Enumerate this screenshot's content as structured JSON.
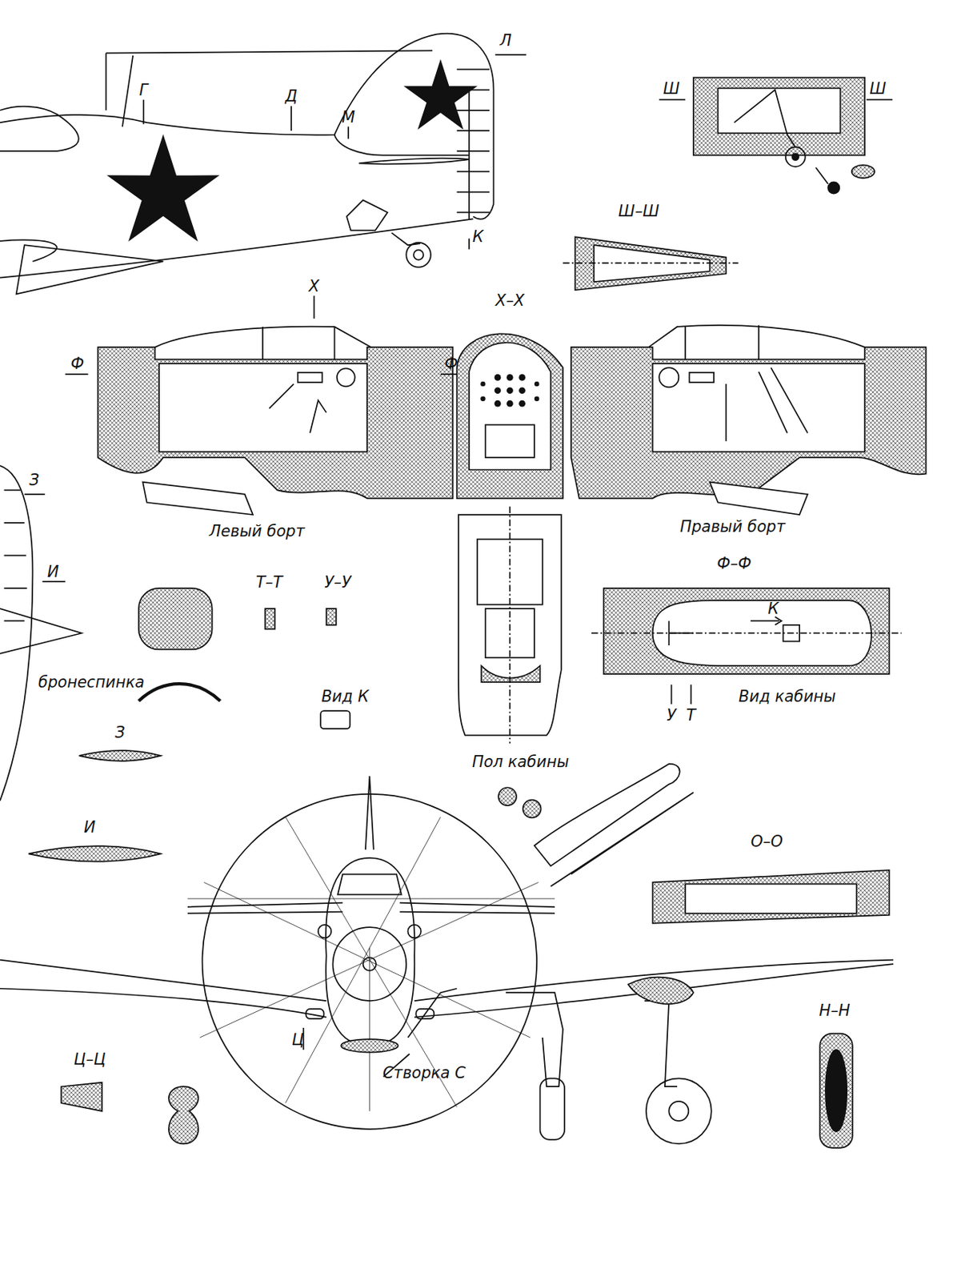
{
  "diagram": {
    "labels": [
      "Л",
      "Г",
      "Д",
      "М",
      "К",
      "Ш",
      "Ш",
      "Ш–Ш",
      "Х",
      "Х–Х",
      "Ф",
      "Ф",
      "Левый борт",
      "Правый борт",
      "Ф–Ф",
      "К",
      "З",
      "И",
      "бронеспинка",
      "Т–Т",
      "У–У",
      "Вид К",
      "Пол кабины",
      "Вид кабины",
      "У",
      "Т",
      "З",
      "И",
      "О–О",
      "Н–Н",
      "Ц",
      "Створка С",
      "Ц–Ц"
    ]
  }
}
